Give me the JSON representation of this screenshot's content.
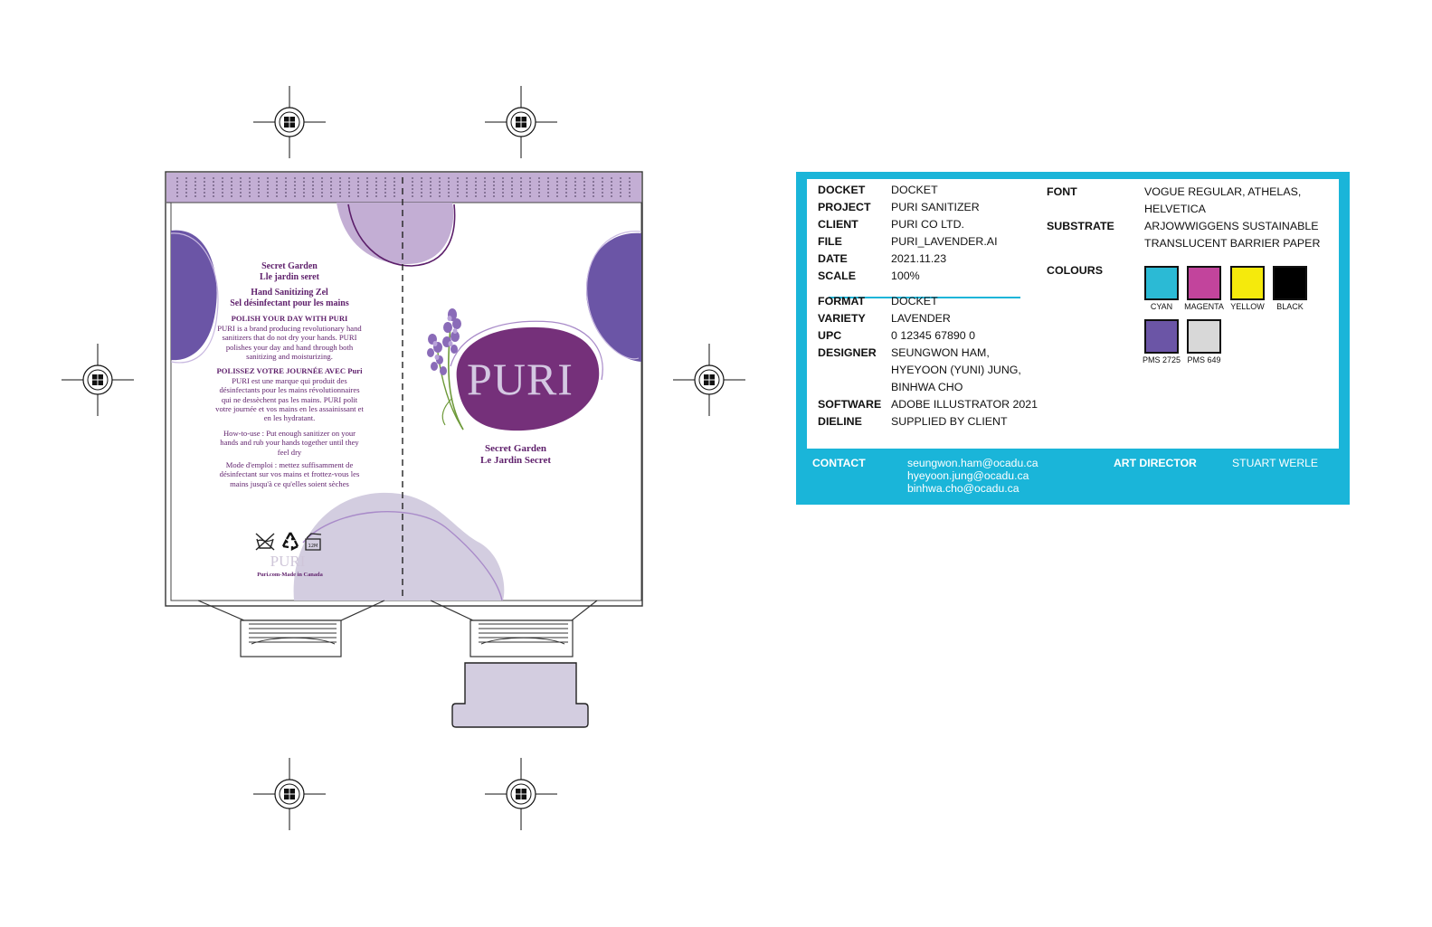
{
  "package": {
    "back": {
      "title_en": "Secret Garden",
      "title_fr": "Lle jardin seret",
      "product_en": "Hand Sanitizing Zel",
      "product_fr": "Sel désinfectant pour les mains",
      "polish_heading": "POLISH YOUR DAY WITH PURI",
      "polish_body": "PURI is a brand producing revolutionary hand sanitizers that do not dry your hands. PURI polishes your day and hand through both sanitizing and moisturizing.",
      "polissez_heading": "POLISSEZ VOTRE JOURNÉE AVEC Puri",
      "polissez_body": "PURI est une marque qui produit des désinfectants pour les mains révolutionnaires qui ne dessèchent pas les mains. PURI polit votre journée et vos mains en les assainissant et en les hydratant.",
      "howto_en": "How-to-use : Put enough sanitizer on your hands and rub your hands together until they feel dry",
      "howto_fr": "Mode d'emploi : mettez suffisamment de désinfectant sur vos mains et frottez-vous les mains jusqu'à ce qu'elles soient sèches",
      "small_logo": "PURI",
      "footer": "Puri.com-Made in Canada",
      "icons": [
        "wash-symbol-icon",
        "recycle-icon",
        "period-after-opening-icon"
      ],
      "pao_label": "12M"
    },
    "front": {
      "logo": "PURI",
      "name_en": "Secret Garden",
      "name_fr": "Le Jardin Secret"
    }
  },
  "docket": {
    "left_rows": [
      {
        "label": "DOCKET",
        "value": "DOCKET"
      },
      {
        "label": "PROJECT",
        "value": "PURI SANITIZER"
      },
      {
        "label": "CLIENT",
        "value": "PURI CO LTD."
      },
      {
        "label": "FILE",
        "value": "PURI_LAVENDER.AI"
      },
      {
        "label": "DATE",
        "value": "2021.11.23"
      },
      {
        "label": "SCALE",
        "value": "100%"
      }
    ],
    "left_rows_2": [
      {
        "label": "FORMAT",
        "value": "DOCKET"
      },
      {
        "label": "VARIETY",
        "value": "LAVENDER"
      },
      {
        "label": "UPC",
        "value": "0 12345 67890 0"
      },
      {
        "label": "DESIGNER",
        "value": "SEUNGWON HAM,"
      },
      {
        "label": "",
        "value": "HYEYOON (YUNI) JUNG,"
      },
      {
        "label": "",
        "value": "BINHWA CHO"
      },
      {
        "label": "SOFTWARE",
        "value": "ADOBE ILLUSTRATOR 2021"
      },
      {
        "label": "DIELINE",
        "value": "SUPPLIED BY CLIENT"
      }
    ],
    "font_label": "FONT",
    "font_value_1": "VOGUE REGULAR, ATHELAS,",
    "font_value_2": "HELVETICA",
    "substrate_label": "SUBSTRATE",
    "substrate_value_1": "ARJOWWIGGENS SUSTAINABLE",
    "substrate_value_2": "TRANSLUCENT BARRIER PAPER",
    "colours_label": "COLOURS",
    "swatches": [
      {
        "name": "CYAN",
        "color": "#2bbad5"
      },
      {
        "name": "MAGENTA",
        "color": "#c2449c"
      },
      {
        "name": "YELLOW",
        "color": "#f5ea0c"
      },
      {
        "name": "BLACK",
        "color": "#000000"
      },
      {
        "name": "PMS 2725",
        "color": "#6b55a6"
      },
      {
        "name": "PMS 649",
        "color": "#d8d8d8"
      }
    ],
    "contact_label": "CONTACT",
    "emails": [
      "seungwon.ham@ocadu.ca",
      "hyeyoon.jung@ocadu.ca",
      "binhwa.cho@ocadu.ca"
    ],
    "art_director_label": "ART DIRECTOR",
    "art_director": "STUART WERLE"
  }
}
